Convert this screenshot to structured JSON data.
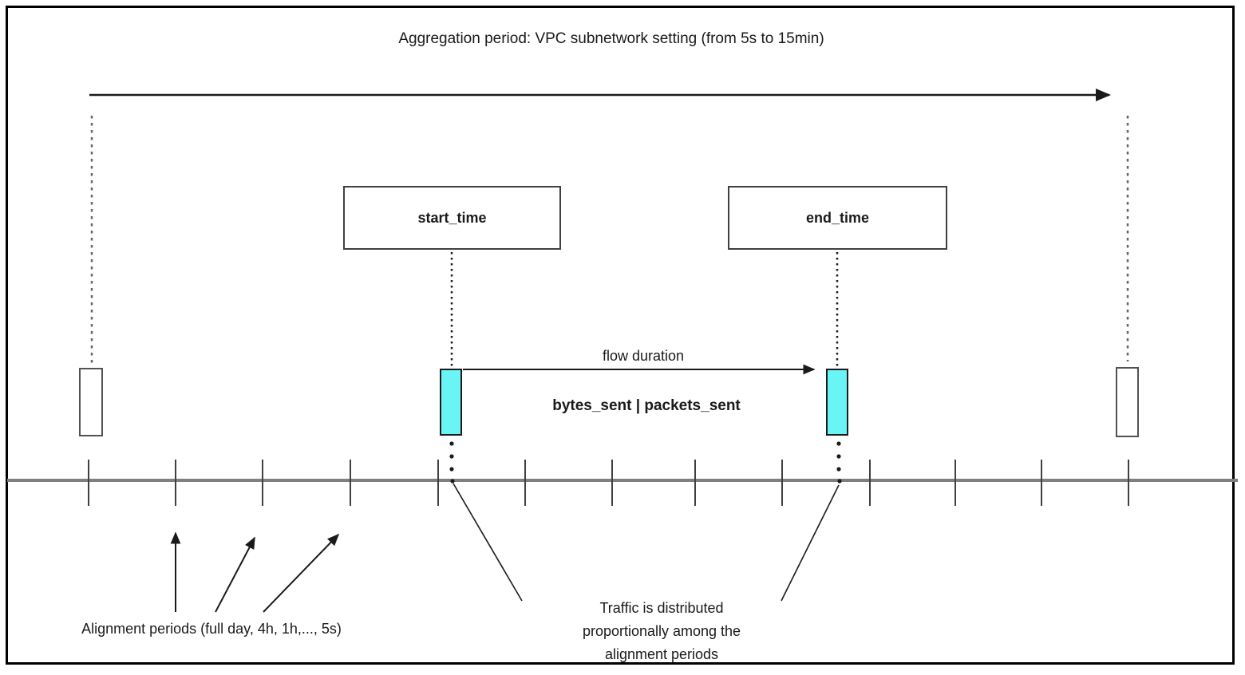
{
  "diagram": {
    "title": "Aggregation period: VPC subnetwork setting (from 5s to 15min)",
    "start_time_label": "start_time",
    "end_time_label": "end_time",
    "flow_duration_label": "flow duration",
    "flow_metrics_label": "bytes_sent | packets_sent",
    "alignment_periods_label": "Alignment periods (full day, 4h, 1h,..., 5s)",
    "traffic_note_lines": [
      "Traffic is distributed",
      "proportionally among the",
      "alignment periods"
    ],
    "colors": {
      "flow_marker_fill": "#69f5f5",
      "flow_marker_border": "#1a1a1a",
      "boundary_marker_border": "#525252",
      "timeline_axis": "#7f7f7f",
      "tick": "#404040",
      "dashed_guide": "#666666",
      "arrow_line": "#1a1a1a",
      "frame_border": "#000000",
      "background": "#ffffff"
    },
    "timeline": {
      "tick_count": 13
    }
  }
}
